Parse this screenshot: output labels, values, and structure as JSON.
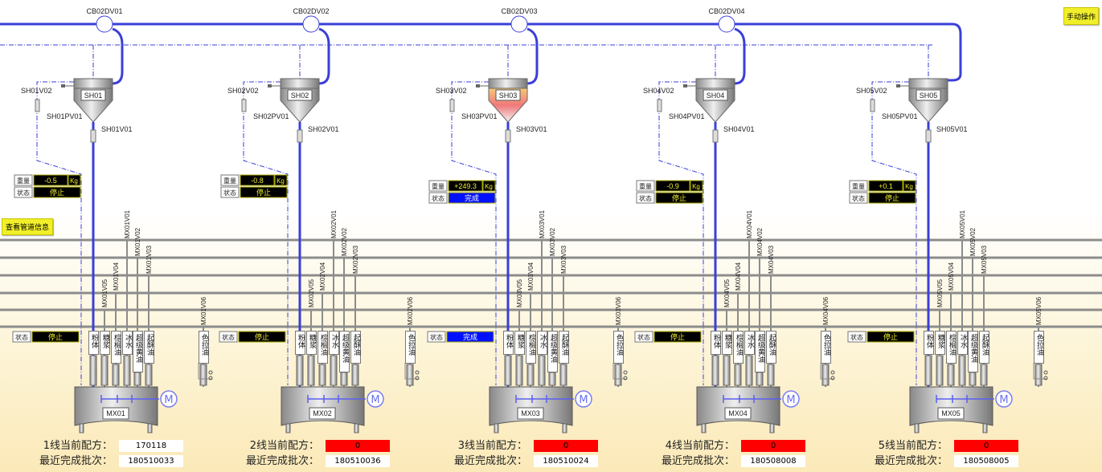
{
  "colors": {
    "pipe": "#3a3fd8",
    "gray_line": "#8c8c8c",
    "panel_bg": "#000000",
    "panel_text": "#f1ef2a",
    "done": "#0010ff",
    "alarm": "#ff0000"
  },
  "buttons": {
    "manual": "手动操作",
    "pipe_info": "查看管道信息"
  },
  "labels": {
    "weight": "重量",
    "status": "状态",
    "unit": "Kg",
    "recipe_suffix": "线当前配方：",
    "batch": "最近完成批次："
  },
  "ingredients": [
    "粉体",
    "糖浆",
    "棕榈油",
    "冰水",
    "超级黄油",
    "起酥油",
    "色拉油"
  ],
  "units": [
    {
      "line": "1",
      "divert": "CB02DV01",
      "hopper": "SH01",
      "v02": "SH01V02",
      "pv01": "SH01PV01",
      "v01": "SH01V01",
      "mixer": "MX01",
      "valves": [
        "MX01V01",
        "MX01V02",
        "MX01V03",
        "MX01V04",
        "MX01V05",
        "MX01V06"
      ],
      "weight": "-0.5",
      "hopper_status": "停止",
      "mixer_status": "停止",
      "recipe": "170118",
      "recipe_alarm": false,
      "batch": "180510033",
      "filled": false
    },
    {
      "line": "2",
      "divert": "CB02DV02",
      "hopper": "SH02",
      "v02": "SH02V02",
      "pv01": "SH02PV01",
      "v01": "SH02V01",
      "mixer": "MX02",
      "valves": [
        "MX02V01",
        "MX02V02",
        "MX02V03",
        "MX02V04",
        "MX02V05",
        "MX02V06"
      ],
      "weight": "-0.8",
      "hopper_status": "停止",
      "mixer_status": "停止",
      "recipe": "0",
      "recipe_alarm": true,
      "batch": "180510036",
      "filled": false
    },
    {
      "line": "3",
      "divert": "CB02DV03",
      "hopper": "SH03",
      "v02": "SH03V02",
      "pv01": "SH03PV01",
      "v01": "SH03V01",
      "mixer": "MX03",
      "valves": [
        "MX03V01",
        "MX03V02",
        "MX03V03",
        "MX03V04",
        "MX03V05",
        "MX03V06"
      ],
      "weight": "+249.3",
      "hopper_status": "完成",
      "mixer_status": "完成",
      "recipe": "0",
      "recipe_alarm": true,
      "batch": "180510024",
      "filled": true
    },
    {
      "line": "4",
      "divert": "CB02DV04",
      "hopper": "SH04",
      "v02": "SH04V02",
      "pv01": "SH04PV01",
      "v01": "SH04V01",
      "mixer": "MX04",
      "valves": [
        "MX04V01",
        "MX04V02",
        "MX04V03",
        "MX04V04",
        "MX04V05",
        "MX04V06"
      ],
      "weight": "-0.9",
      "hopper_status": "停止",
      "mixer_status": "停止",
      "recipe": "0",
      "recipe_alarm": true,
      "batch": "180508008",
      "filled": false
    },
    {
      "line": "5",
      "divert": "",
      "hopper": "SH05",
      "v02": "SH05V02",
      "pv01": "SH05PV01",
      "v01": "SH05V01",
      "mixer": "MX05",
      "valves": [
        "MX05V01",
        "MX05V02",
        "MX05V03",
        "MX05V04",
        "MX05V05",
        "MX05V06"
      ],
      "weight": "+0.1",
      "hopper_status": "停止",
      "mixer_status": "停止",
      "recipe": "0",
      "recipe_alarm": true,
      "batch": "180508005",
      "filled": false
    }
  ]
}
